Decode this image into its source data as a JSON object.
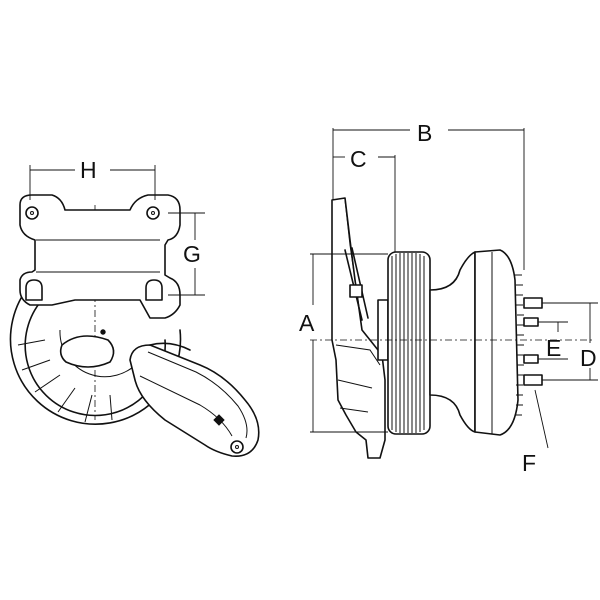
{
  "labels": {
    "A": "A",
    "B": "B",
    "C": "C",
    "D": "D",
    "E": "E",
    "F": "F",
    "G": "G",
    "H": "H"
  }
}
